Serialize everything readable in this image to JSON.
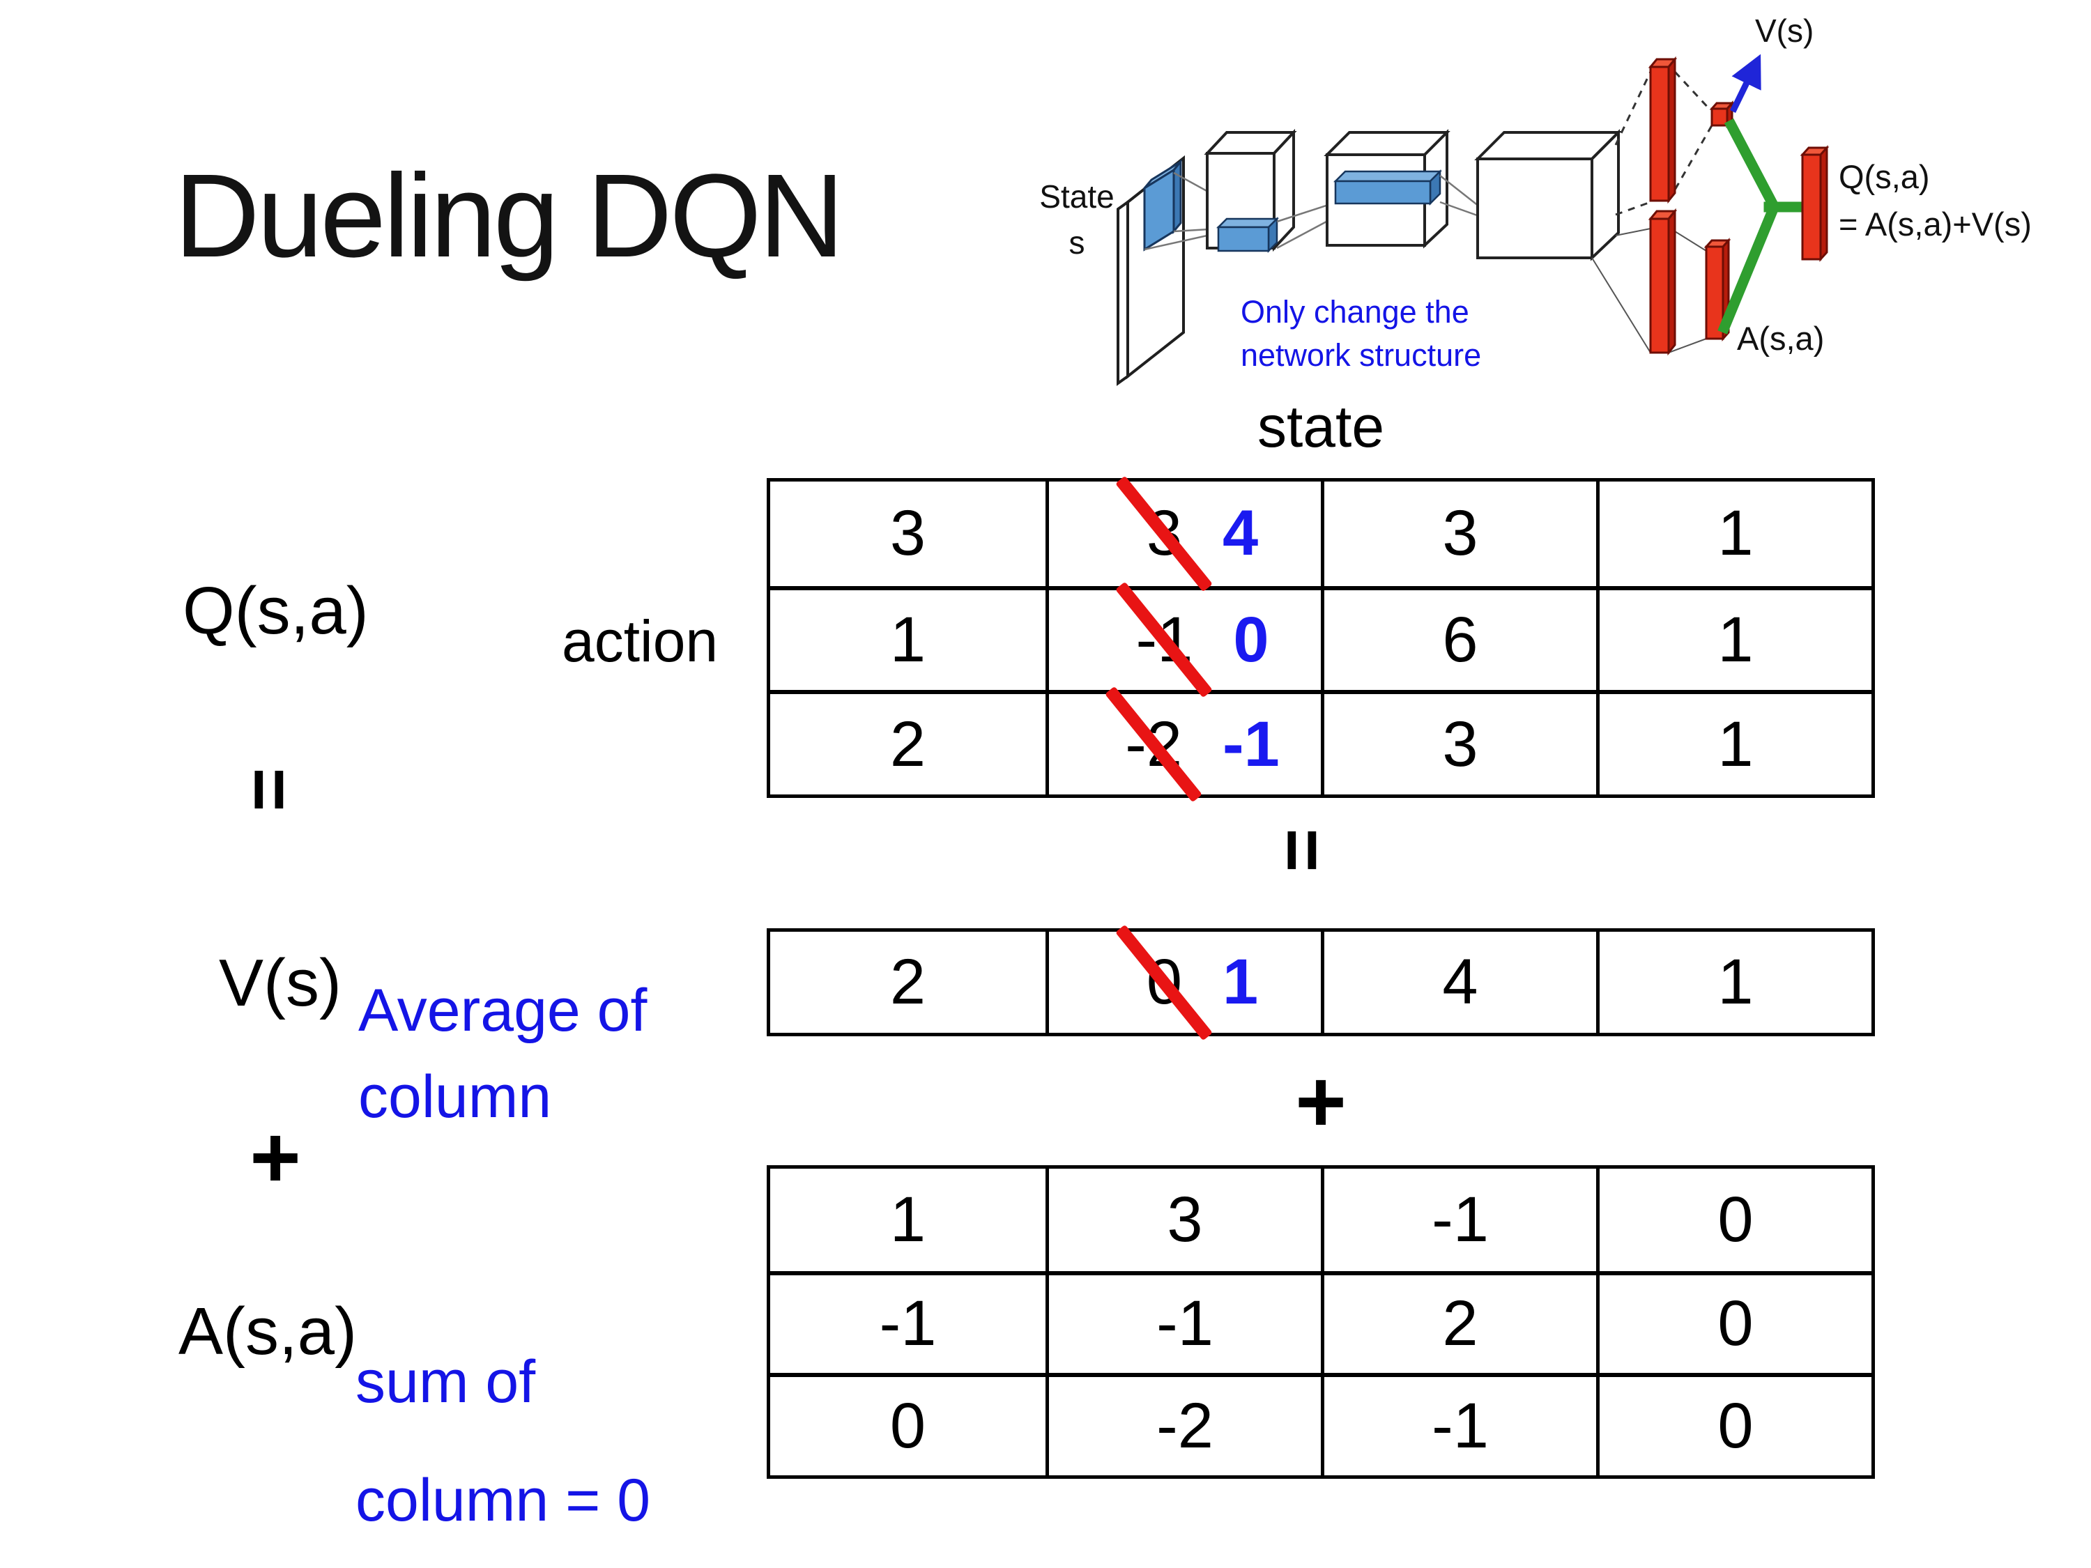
{
  "slide": {
    "title": "Dueling DQN"
  },
  "colors": {
    "annotation_blue": "#1414e6",
    "number_blue": "#1a1af0",
    "cross_red": "#e81414",
    "bar_red": "#e8341c",
    "green": "#2f9e2f",
    "arrow_blue": "#1f25d8",
    "feature_blue": "#5b9bd5"
  },
  "diagram": {
    "state_label": "State",
    "state_sub": "s",
    "v_out_label": "V(s)",
    "q_out_line1": "Q(s,a)",
    "q_out_line2": "= A(s,a)+V(s)",
    "a_out_label": "A(s,a)",
    "note_line1": "Only change the",
    "note_line2": "network structure"
  },
  "equation": {
    "q_label": "Q(s,a)",
    "equals_left": "=",
    "equals_mid": "=",
    "v_label": "V(s)",
    "plus_left": "+",
    "plus_mid": "+",
    "a_label": "A(s,a)",
    "avg_note_line1": "Average of",
    "avg_note_line2": "column",
    "sum_note_line1": "sum of",
    "sum_note_line2": "column = 0"
  },
  "q_table": {
    "col_header": "state",
    "row_header": "action",
    "rows": [
      {
        "c0": "3",
        "c1_old": "3",
        "c1_new": "4",
        "c2": "3",
        "c3": "1"
      },
      {
        "c0": "1",
        "c1_old": "-1",
        "c1_new": "0",
        "c2": "6",
        "c3": "1"
      },
      {
        "c0": "2",
        "c1_old": "-2",
        "c1_new": "-1",
        "c2": "3",
        "c3": "1"
      }
    ]
  },
  "v_row": {
    "c0": "2",
    "c1_old": "0",
    "c1_new": "1",
    "c2": "4",
    "c3": "1"
  },
  "a_table": {
    "rows": [
      {
        "c0": "1",
        "c1": "3",
        "c2": "-1",
        "c3": "0"
      },
      {
        "c0": "-1",
        "c1": "-1",
        "c2": "2",
        "c3": "0"
      },
      {
        "c0": "0",
        "c1": "-2",
        "c2": "-1",
        "c3": "0"
      }
    ]
  }
}
